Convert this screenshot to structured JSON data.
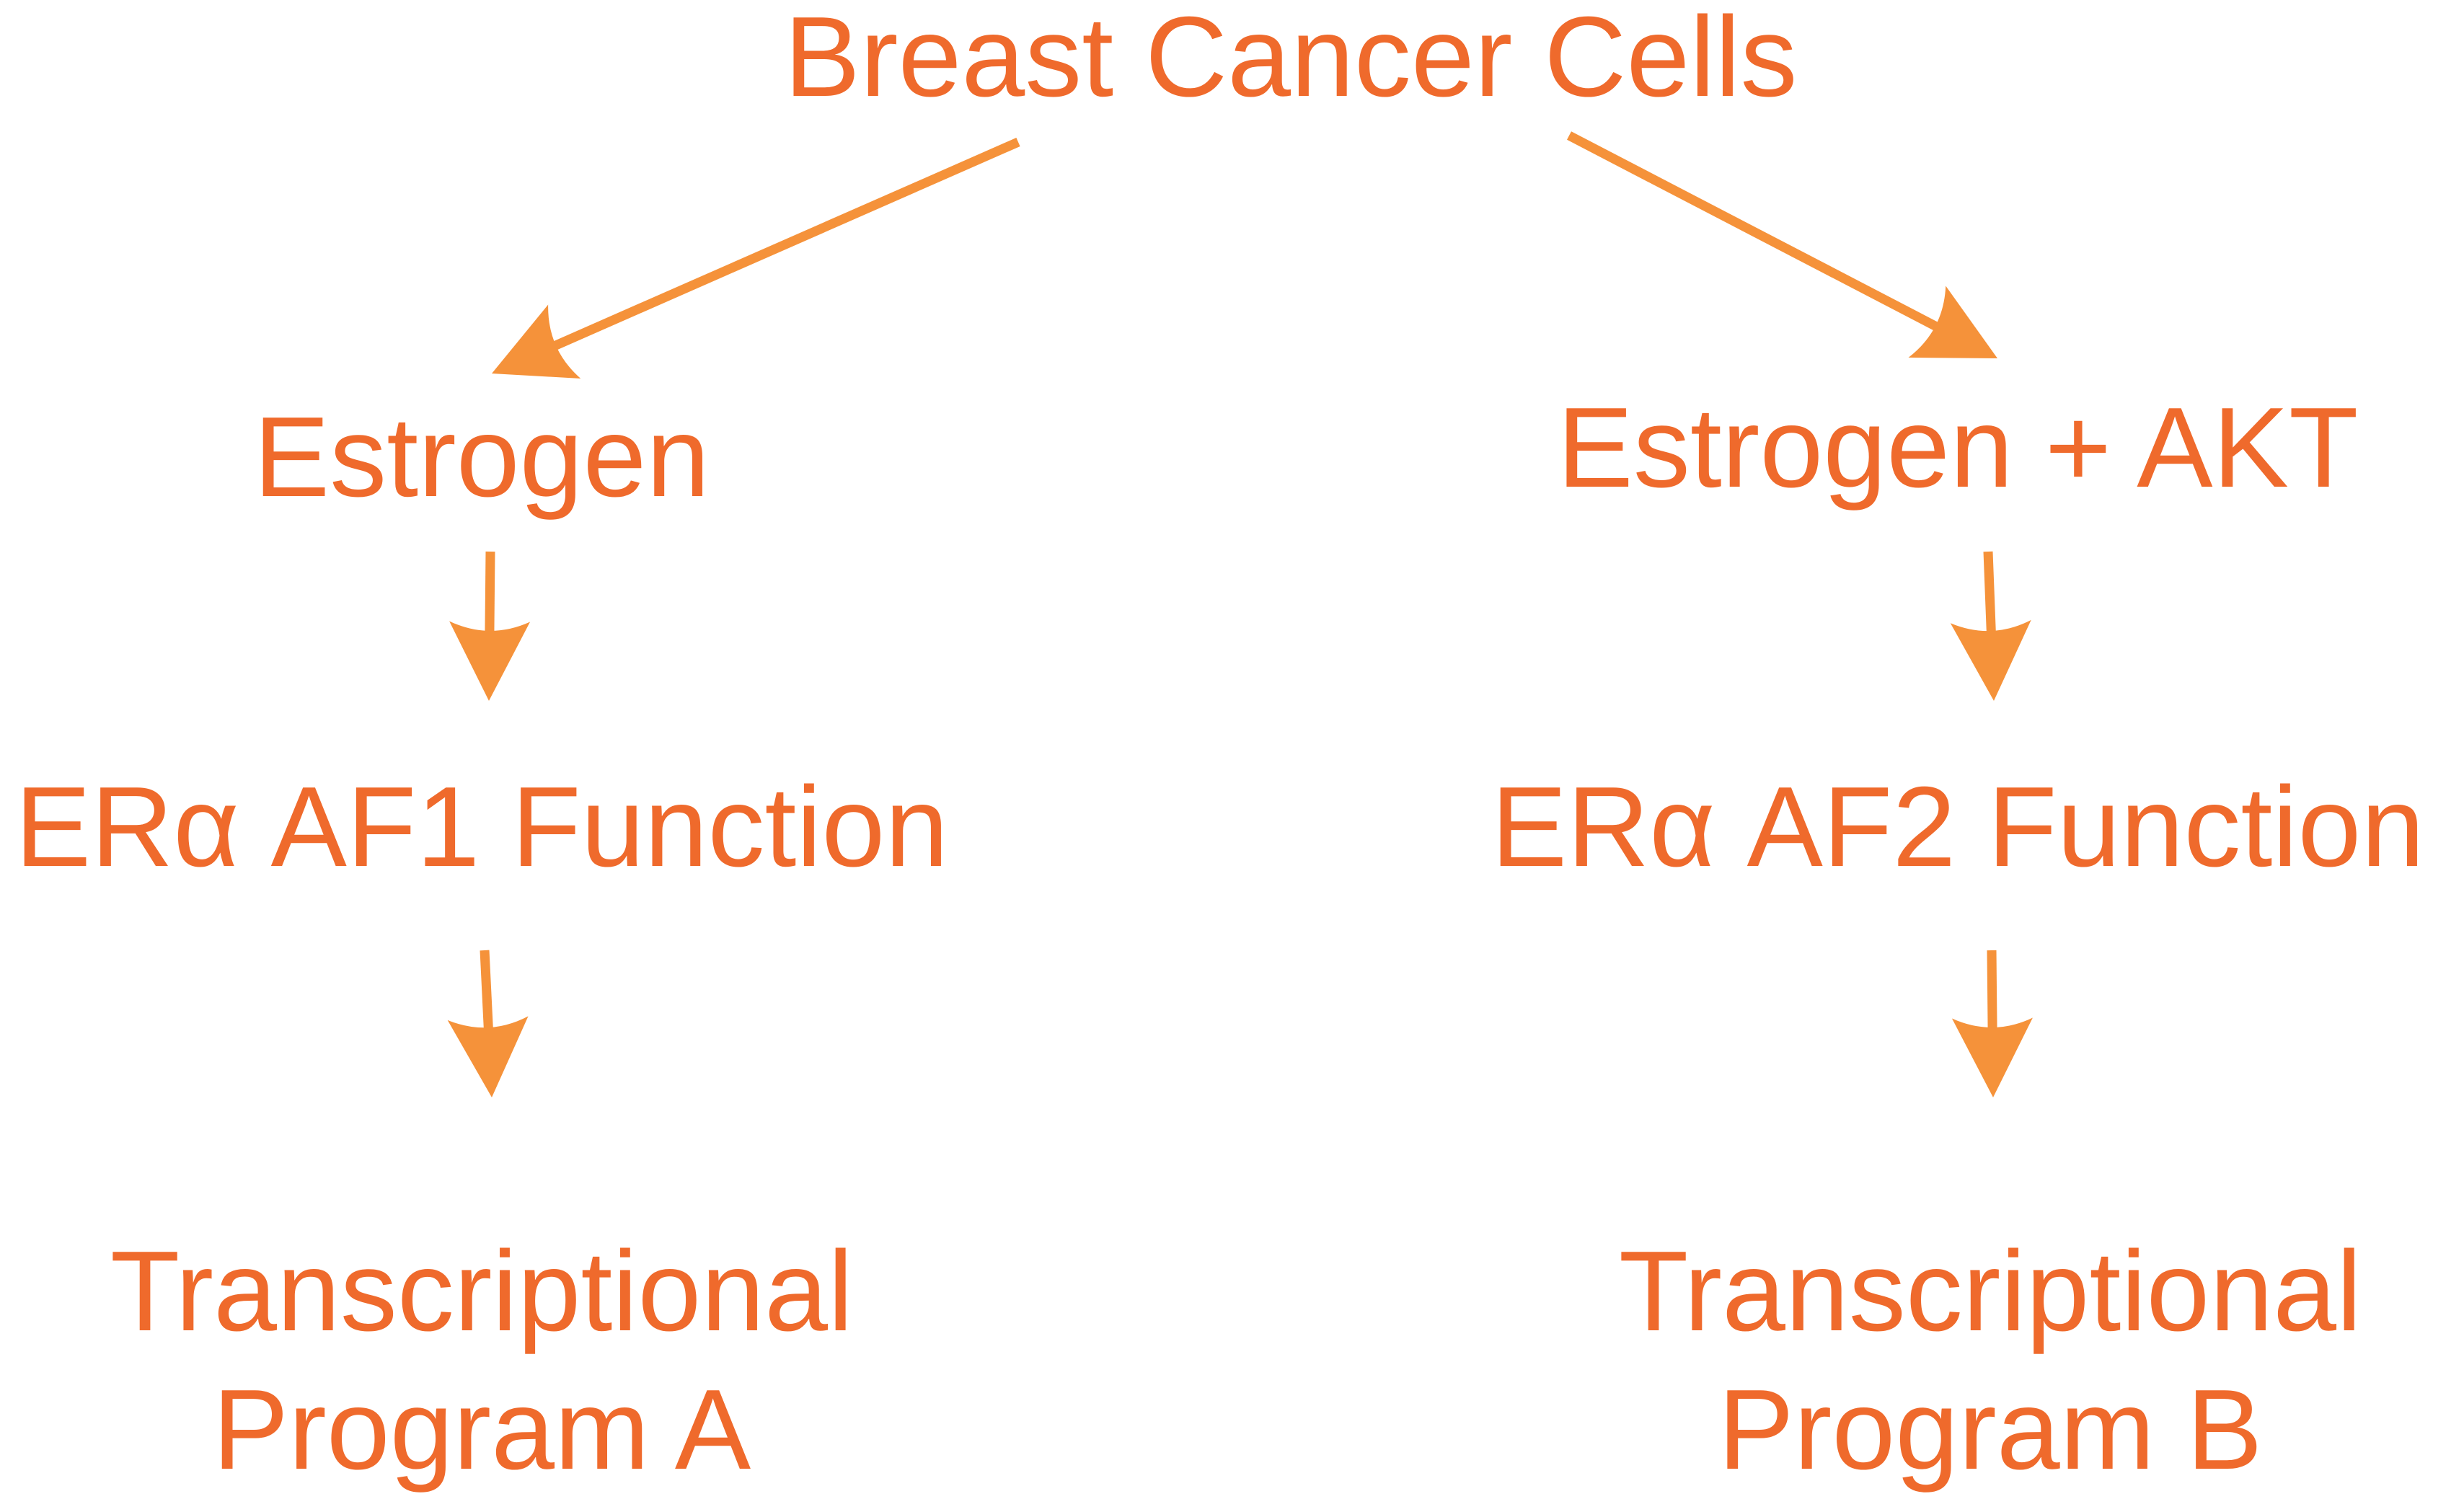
{
  "colors": {
    "text": "#ef6a2c",
    "arrow": "#f5923a"
  },
  "nodes": {
    "root": "Breast Cancer Cells",
    "left_stimulus": "Estrogen",
    "right_stimulus": "Estrogen + AKT",
    "left_function": "ERα AF1 Function",
    "right_function": "ERα AF2 Function",
    "left_program_line1": "Transcriptional",
    "left_program_line2": "Program A",
    "right_program_line1": "Transcriptional",
    "right_program_line2": "Program B"
  },
  "edges": [
    {
      "from": "root",
      "to": "left_stimulus"
    },
    {
      "from": "root",
      "to": "right_stimulus"
    },
    {
      "from": "left_stimulus",
      "to": "left_function"
    },
    {
      "from": "right_stimulus",
      "to": "right_function"
    },
    {
      "from": "left_function",
      "to": "left_program"
    },
    {
      "from": "right_function",
      "to": "right_program"
    }
  ]
}
